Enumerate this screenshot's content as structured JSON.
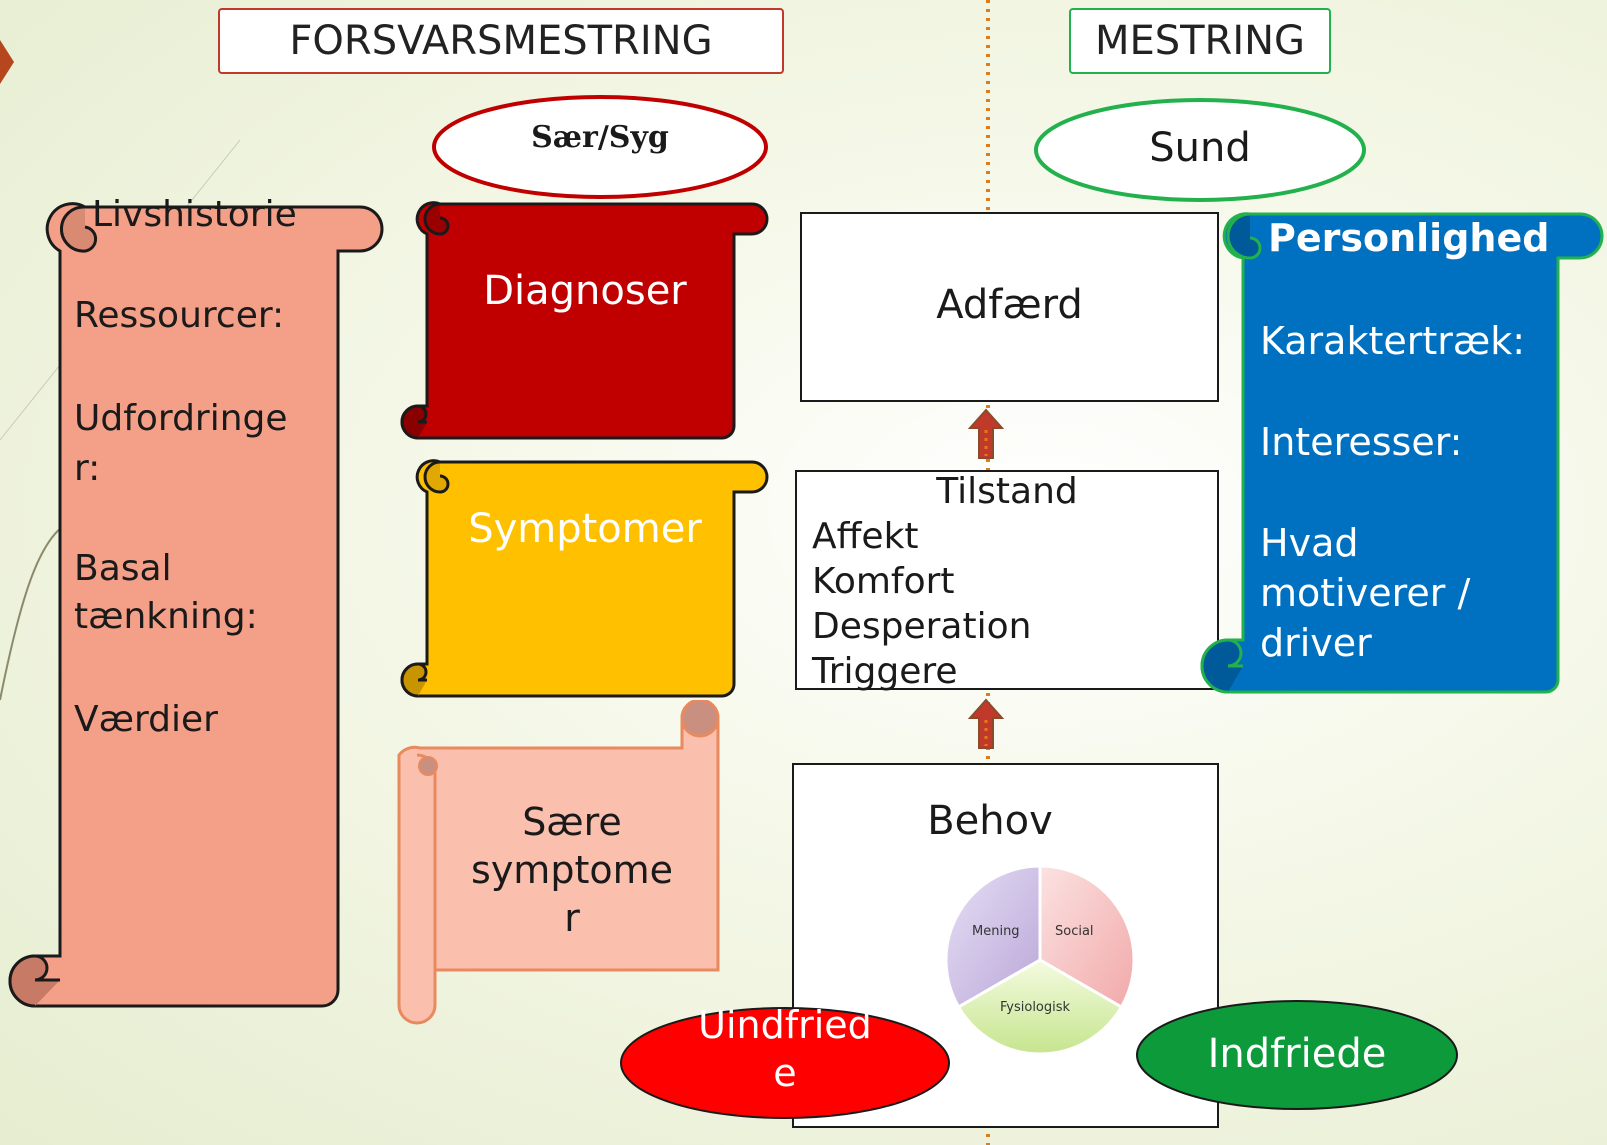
{
  "headers": {
    "left": "FORSVARSMESTRING",
    "right": "MESTRING"
  },
  "ovals": {
    "sick": "Sær/Syg",
    "healthy": "Sund",
    "unmet": "Uindfrie­de",
    "met": "Indfriede"
  },
  "unmet_lines": [
    "Uindfried",
    "e"
  ],
  "life_scroll": {
    "title": "Livshistorie",
    "items": [
      "Ressourcer:",
      "Udfordringe",
      "r:",
      "Basal",
      "tænkning:",
      "Værdier"
    ]
  },
  "diagnoses_label": "Diagnoser",
  "symptoms_label": "Symptomer",
  "odd_symptoms_lines": [
    "Sære",
    "symptome",
    "r"
  ],
  "behavior_label": "Adfærd",
  "state": {
    "title": "Tilstand",
    "items": [
      "Affekt",
      "Komfort",
      "Desperation",
      "Triggere"
    ]
  },
  "needs": {
    "title": "Behov",
    "segments": [
      "Mening",
      "Social",
      "Fysiologisk"
    ]
  },
  "personality": {
    "title": "Personlighed",
    "items": [
      "Karaktertræk:",
      "Interesser:",
      "Hvad",
      "motiverer /",
      "driver"
    ]
  },
  "colors": {
    "dark_red": "#c00000",
    "amber": "#ffc000",
    "salmon": "#f4a088",
    "light_salmon": "#fbbfae",
    "blue": "#0070c0",
    "green_border": "#22b14c",
    "red_fill": "#ff0000",
    "green_fill": "#0c9a3a",
    "divider": "#e07b16"
  }
}
